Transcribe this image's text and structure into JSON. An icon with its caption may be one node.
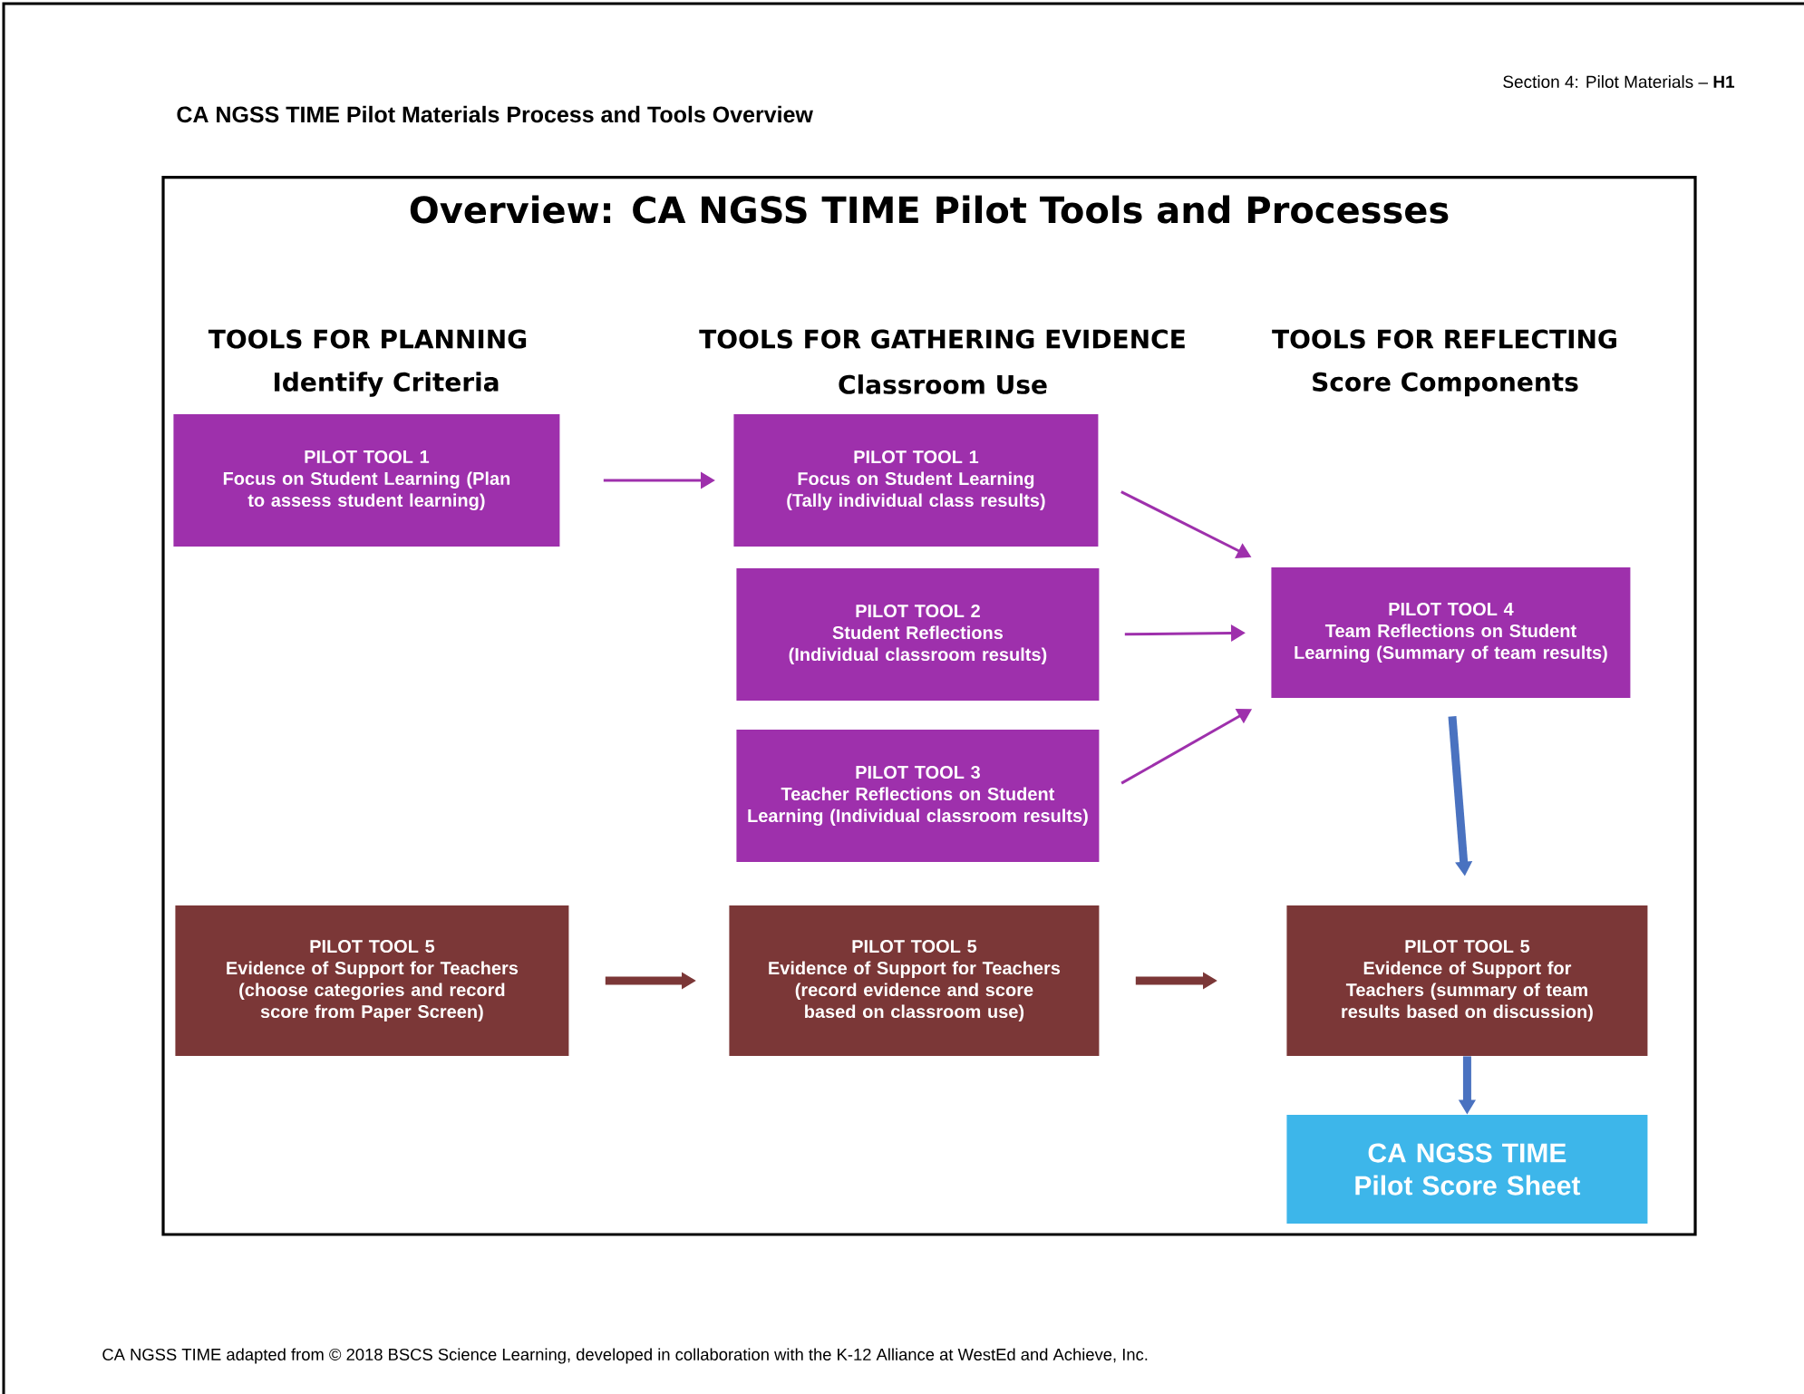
{
  "diagram": {
    "title": "CA NGSS TIME Pilot Materials Process and Tools Overview",
    "nodes": [
      {
        "text": [
          "Overview: CA NGSS TIME Pilot Tools and Processes"
        ]
      },
      {
        "text": [
          "PILOT TOOL 1",
          "Focus on Student Learning (Plan to assess student learning)"
        ],
        "in": 0
      },
      {
        "text": [
          "PILOT TOOL 1",
          "Focus on Student Learning (Tally individual class results)"
        ],
        "in": 0
      },
      {
        "text": [
          "PILOT TOOL 2",
          "Student Reflections (Individual classroom results)"
        ],
        "in": 0
      },
      {
        "text": [
          "PILOT TOOL 3",
          "Teacher Reflections on Student Learning (Individual classroom results)"
        ],
        "in": 0
      },
      {
        "text": [
          "PILOT TOOL 4",
          "Team Reflections on Student Learning (Summary of team results)"
        ],
        "in": 0
      },
      {
        "text": [
          "PILOT TOOL 5",
          "Evidence of Support for Teachers (choose categories and record score from Paper Screen)"
        ],
        "in": 0
      },
      {
        "text": [
          "PILOT TOOL 5",
          "Evidence of Support for Teachers (record evidence and score based on classroom use)"
        ],
        "in": 0
      },
      {
        "text": [
          "PILOT TOOL 5",
          "Evidence of Support for Teachers (summary of team results based on discussion)"
        ],
        "in": 0
      },
      {
        "text": [
          "CA NGSS TIME Pilot Score Sheet"
        ],
        "in": 0
      }
    ],
    "edges": [
      {
        "from": 1,
        "to": 2,
        "arrow": "to"
      },
      {
        "from": 2,
        "to": 5,
        "arrow": "to"
      },
      {
        "from": 3,
        "to": 5,
        "arrow": "to"
      },
      {
        "from": 4,
        "to": 5,
        "arrow": "to"
      },
      {
        "from": 5,
        "to": 8,
        "arrow": "to",
        "style": "thick",
        "color": "#4a72c0"
      },
      {
        "from": 6,
        "to": 7,
        "arrow": "to",
        "style": "thick",
        "color": "#7b3737"
      },
      {
        "from": 7,
        "to": 8,
        "arrow": "to",
        "style": "thick",
        "color": "#7b3737"
      },
      {
        "from": 8,
        "to": 9,
        "arrow": "to",
        "style": "thick",
        "color": "#4a72c0"
      }
    ],
    "labels": [
      "Section 4: Pilot Materials – **H1**",
      "TOOLS FOR PLANNING",
      "TOOLS FOR GATHERING EVIDENCE",
      "TOOLS FOR REFLECTING",
      "Identify Criteria",
      "Classroom Use",
      "Score Components",
      "CA NGSS TIME adapted from © 2018 BSCS Science Learning, developed in collaboration with the K-12 Alliance at WestEd and Achieve, Inc."
    ]
  }
}
